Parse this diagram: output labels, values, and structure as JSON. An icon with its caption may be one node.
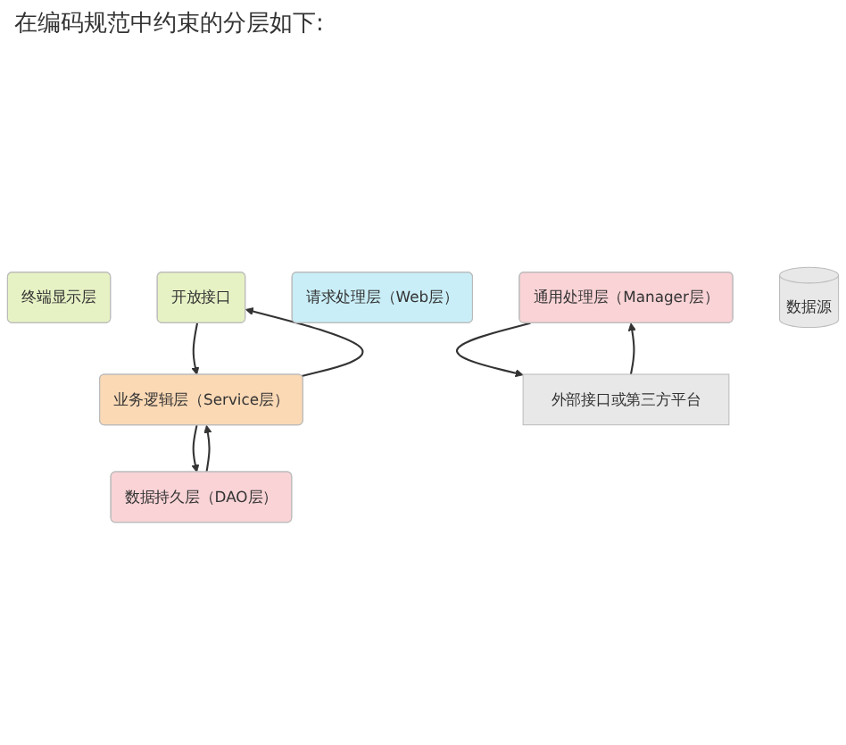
{
  "diagram": {
    "title": "在编码规范中约束的分层如下:",
    "nodes": [
      {
        "text": [
          "终端显示层"
        ]
      },
      {
        "text": [
          "开放接口"
        ]
      },
      {
        "text": [
          "请求处理层（Web层）"
        ]
      },
      {
        "text": [
          "业务逻辑层（Service层）"
        ]
      },
      {
        "text": [
          "通用处理层（Manager层）"
        ]
      },
      {
        "text": [
          "数据持久层（DAO层）"
        ]
      },
      {
        "text": [
          "数据源"
        ]
      },
      {
        "text": [
          "外部接口或第三方平台"
        ]
      }
    ],
    "edges": [
      {
        "from": 1,
        "to": 3,
        "arrow": "to"
      },
      {
        "from": 3,
        "to": 1,
        "arrow": "to"
      },
      {
        "from": 3,
        "to": 5,
        "arrow": "to"
      },
      {
        "from": 5,
        "to": 3,
        "arrow": "to"
      },
      {
        "from": 4,
        "to": 7,
        "arrow": "to"
      },
      {
        "from": 7,
        "to": 4,
        "arrow": "to"
      }
    ]
  }
}
